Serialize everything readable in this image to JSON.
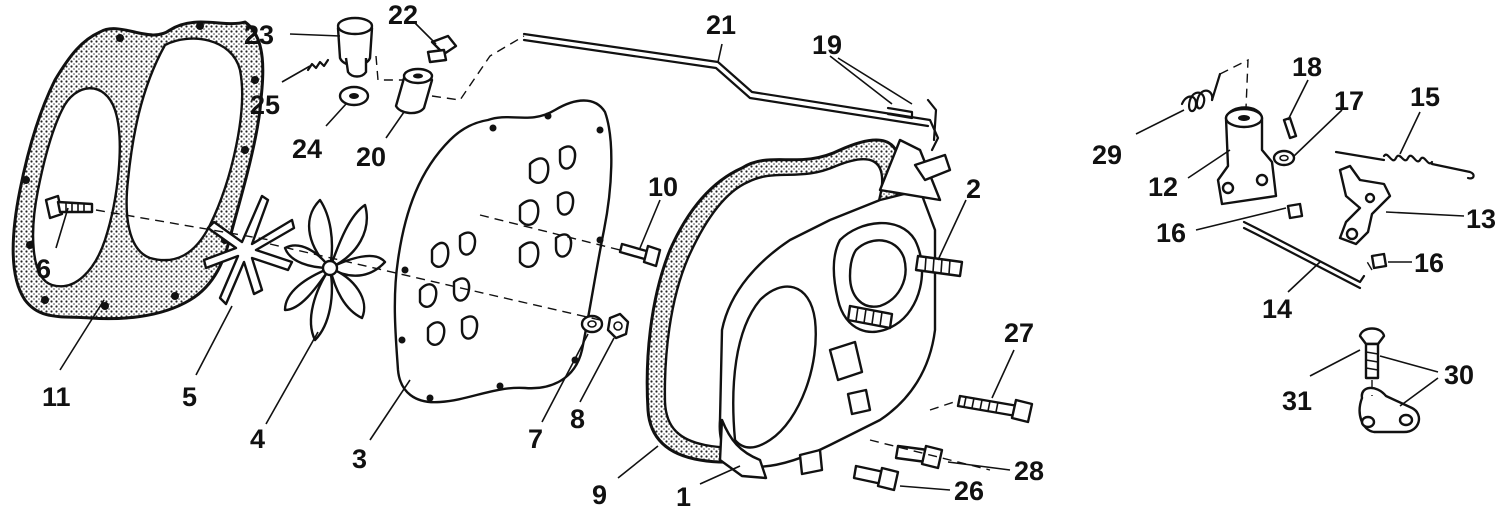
{
  "callouts": [
    {
      "id": "1",
      "text": "1"
    },
    {
      "id": "2",
      "text": "2"
    },
    {
      "id": "3",
      "text": "3"
    },
    {
      "id": "4",
      "text": "4"
    },
    {
      "id": "5",
      "text": "5"
    },
    {
      "id": "6",
      "text": "6"
    },
    {
      "id": "7",
      "text": "7"
    },
    {
      "id": "8",
      "text": "8"
    },
    {
      "id": "9",
      "text": "9"
    },
    {
      "id": "10",
      "text": "10"
    },
    {
      "id": "11",
      "text": "11"
    },
    {
      "id": "12",
      "text": "12"
    },
    {
      "id": "13",
      "text": "13"
    },
    {
      "id": "14",
      "text": "14"
    },
    {
      "id": "15",
      "text": "15"
    },
    {
      "id": "16a",
      "text": "16"
    },
    {
      "id": "16b",
      "text": "16"
    },
    {
      "id": "17",
      "text": "17"
    },
    {
      "id": "18",
      "text": "18"
    },
    {
      "id": "19",
      "text": "19"
    },
    {
      "id": "20",
      "text": "20"
    },
    {
      "id": "21",
      "text": "21"
    },
    {
      "id": "22",
      "text": "22"
    },
    {
      "id": "23",
      "text": "23"
    },
    {
      "id": "24",
      "text": "24"
    },
    {
      "id": "25",
      "text": "25"
    },
    {
      "id": "26",
      "text": "26"
    },
    {
      "id": "27",
      "text": "27"
    },
    {
      "id": "28",
      "text": "28"
    },
    {
      "id": "29",
      "text": "29"
    },
    {
      "id": "30",
      "text": "30"
    },
    {
      "id": "31",
      "text": "31"
    }
  ]
}
